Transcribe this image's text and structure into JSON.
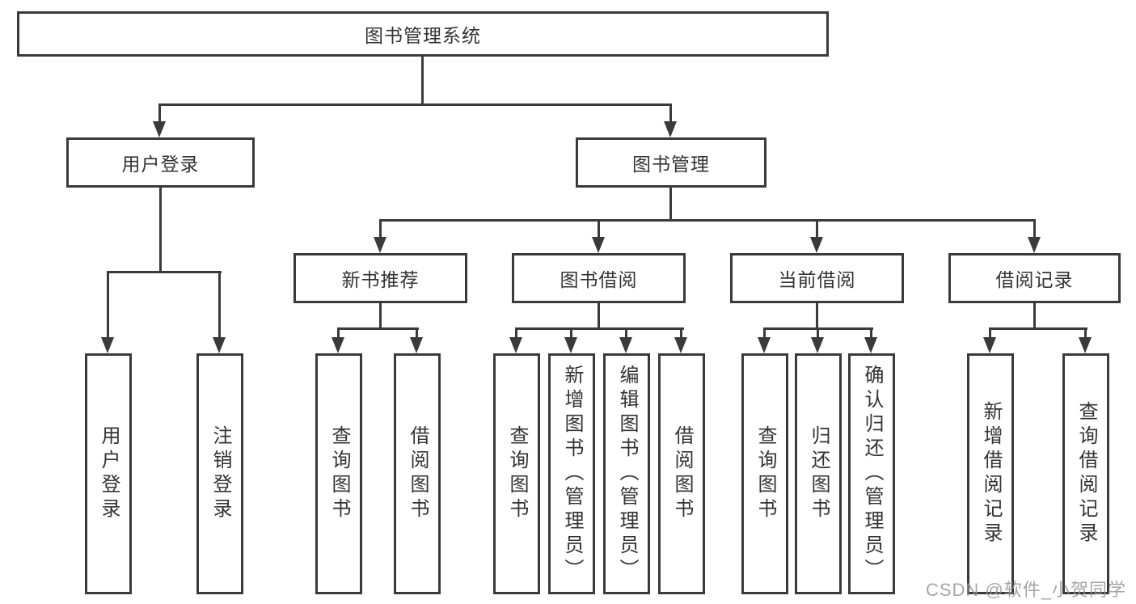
{
  "tree": {
    "root": {
      "label": "图书管理系统"
    },
    "branches": [
      {
        "label": "用户登录",
        "children": [
          {
            "label": "用户登录"
          },
          {
            "label": "注销登录"
          }
        ]
      },
      {
        "label": "图书管理",
        "children": [
          {
            "label": "新书推荐",
            "children": [
              {
                "label": "查询图书"
              },
              {
                "label": "借阅图书"
              }
            ]
          },
          {
            "label": "图书借阅",
            "children": [
              {
                "label": "查询图书"
              },
              {
                "label": "新增图书（管理员）"
              },
              {
                "label": "编辑图书（管理员）"
              },
              {
                "label": "借阅图书"
              }
            ]
          },
          {
            "label": "当前借阅",
            "children": [
              {
                "label": "查询图书"
              },
              {
                "label": "归还图书"
              },
              {
                "label": "确认归还（管理员）"
              }
            ]
          },
          {
            "label": "借阅记录",
            "children": [
              {
                "label": "新增借阅记录"
              },
              {
                "label": "查询借阅记录"
              }
            ]
          }
        ]
      }
    ]
  },
  "colors": {
    "line": "#3a3a3a",
    "text": "#333333",
    "background": "#ffffff",
    "watermark_gray": "#969696"
  },
  "watermark": {
    "text": "CSDN @软件_小贺同学"
  }
}
